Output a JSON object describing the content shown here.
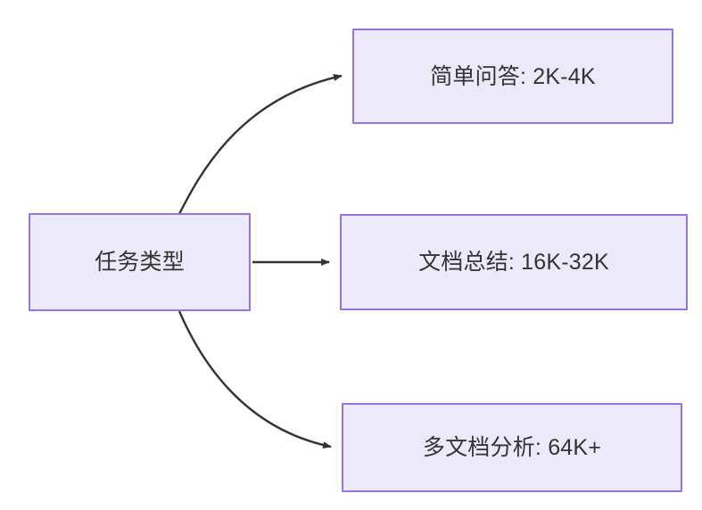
{
  "diagram": {
    "type": "flowchart",
    "direction": "left-to-right",
    "background_color": "#ffffff",
    "node_fill_color": "#ece9fb",
    "node_border_color": "#9575e0",
    "node_text_color": "#333333",
    "edge_color": "#333333",
    "root": {
      "id": "root",
      "label": "任务类型"
    },
    "tasks": [
      {
        "id": "task-0",
        "label": "简单问答: 2K-4K",
        "task_name": "简单问答",
        "context_range": "2K-4K"
      },
      {
        "id": "task-1",
        "label": "文档总结: 16K-32K",
        "task_name": "文档总结",
        "context_range": "16K-32K"
      },
      {
        "id": "task-2",
        "label": "多文档分析: 64K+",
        "task_name": "多文档分析",
        "context_range": "64K+"
      }
    ],
    "edges": [
      {
        "id": "edge-root-task-0",
        "from": "root",
        "to": "task-0",
        "style": "curved",
        "arrow": "triangle"
      },
      {
        "id": "edge-root-task-1",
        "from": "root",
        "to": "task-1",
        "style": "straight",
        "arrow": "triangle"
      },
      {
        "id": "edge-root-task-2",
        "from": "root",
        "to": "task-2",
        "style": "curved",
        "arrow": "triangle"
      }
    ]
  }
}
